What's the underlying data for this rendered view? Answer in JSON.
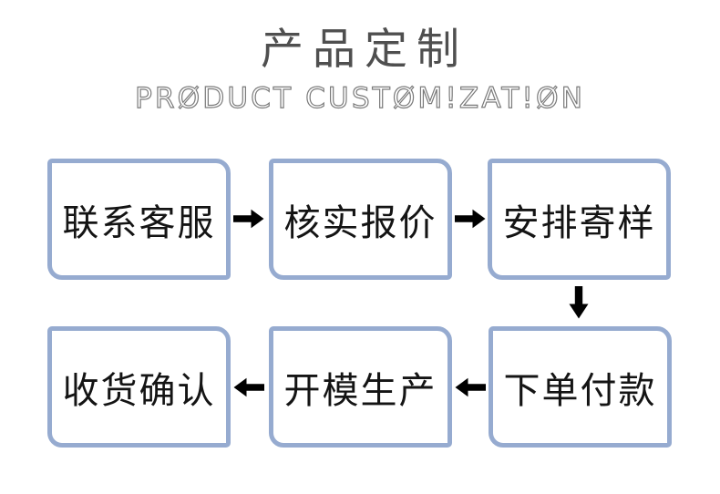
{
  "header": {
    "title": "产品定制",
    "subtitle": "PRODUCT CUSTOMIZATION",
    "subtitle_display": "PRØDUCT CUSTØM!ZAT!ØN"
  },
  "flow": {
    "steps": [
      {
        "order": 1,
        "label": "联系客服"
      },
      {
        "order": 2,
        "label": "核实报价"
      },
      {
        "order": 3,
        "label": "安排寄样"
      },
      {
        "order": 4,
        "label": "下单付款"
      },
      {
        "order": 5,
        "label": "开模生产"
      },
      {
        "order": 6,
        "label": "收货确认"
      }
    ],
    "arrows": [
      {
        "from": 1,
        "to": 2,
        "direction": "right"
      },
      {
        "from": 2,
        "to": 3,
        "direction": "right"
      },
      {
        "from": 3,
        "to": 4,
        "direction": "down"
      },
      {
        "from": 4,
        "to": 5,
        "direction": "left"
      },
      {
        "from": 5,
        "to": 6,
        "direction": "left"
      }
    ]
  },
  "colors": {
    "background": "#ffffff",
    "title_text": "#4f4f4f",
    "subtitle_outline": "#7b7b7b",
    "box_border": "#96abd0",
    "box_fill": "#ffffff",
    "box_text": "#141414",
    "arrow": "#000000"
  }
}
